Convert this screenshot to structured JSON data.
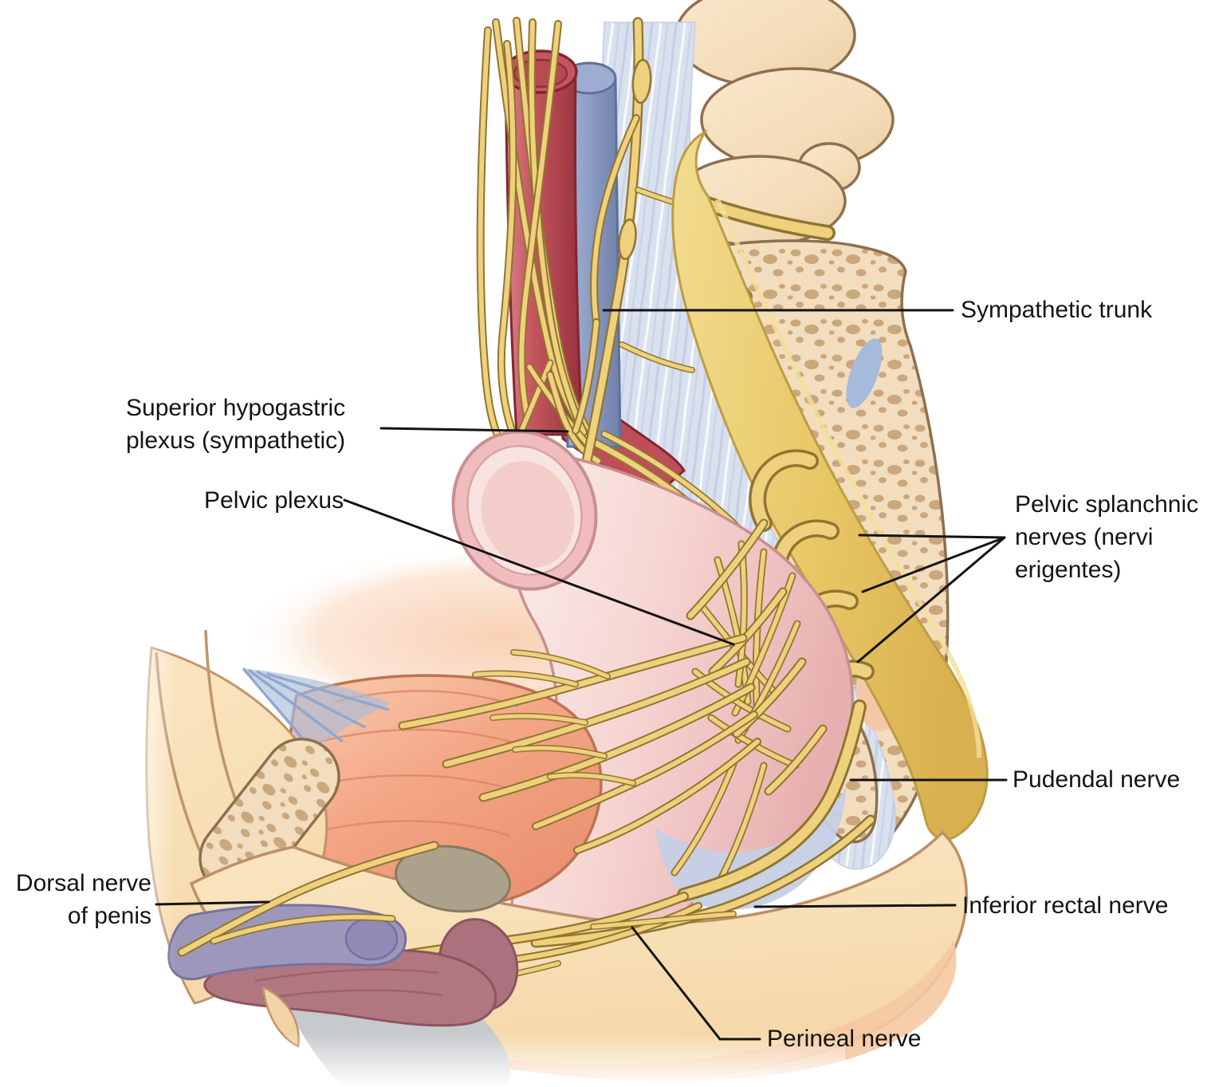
{
  "labels": {
    "sympathetic_trunk": "Sympathetic trunk",
    "superior_hypogastric_plexus": [
      "Superior hypogastric",
      "plexus (sympathetic)"
    ],
    "pelvic_plexus": "Pelvic plexus",
    "pelvic_splanchnic_nerves": [
      "Pelvic splanchnic",
      "nerves (nervi",
      "erigentes)"
    ],
    "pudendal_nerve": "Pudendal nerve",
    "dorsal_nerve_of_penis": [
      "Dorsal nerve",
      "of penis"
    ],
    "inferior_rectal_nerve": "Inferior rectal nerve",
    "perineal_nerve": "Perineal nerve"
  },
  "palette": {
    "nerve_yellow": "#EFD07C",
    "artery_red": "#C5565F",
    "vein_blue": "#8A9BC3",
    "bone_beige": "#F6E2C3",
    "rectum_pink": "#F5D3D1",
    "bladder_orange": "#F3A584",
    "fascia_blue": "#D9E0EE",
    "skin_tan": "#F8E0B8",
    "corpus_cavernosum_purple": "#9D97BB",
    "corpus_spongiosum_maroon": "#B07780",
    "label_text": "#141414"
  }
}
